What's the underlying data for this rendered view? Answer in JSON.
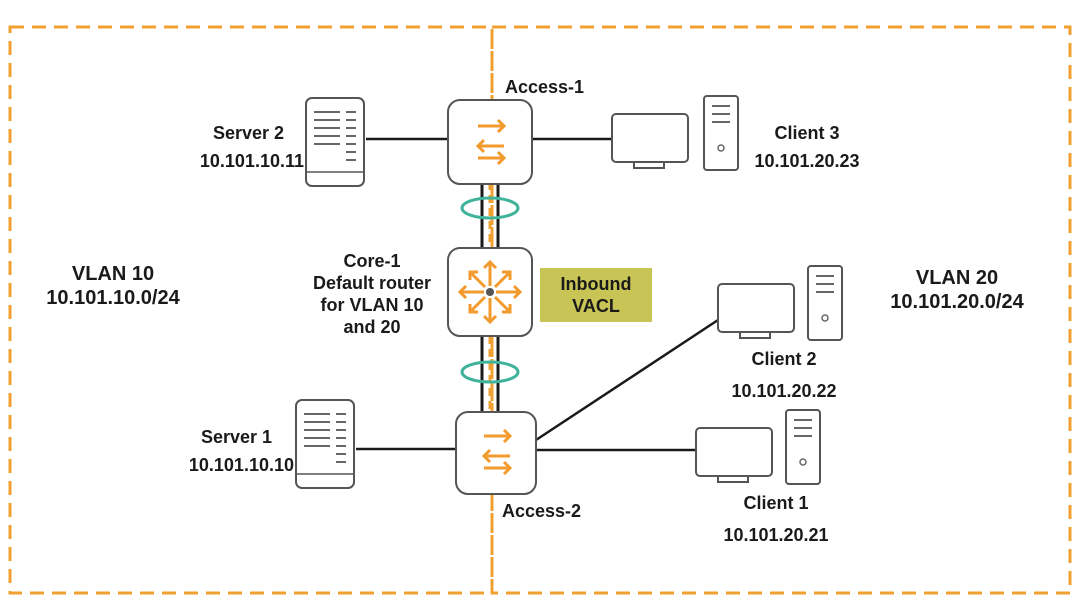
{
  "colors": {
    "vlan_border": "#f0a030",
    "switch_arrow": "#f39a2e",
    "lag_ring": "#3fb39a",
    "vacl_bg": "#c8c455",
    "line": "#1a1a1a"
  },
  "vlan10": {
    "name": "VLAN 10",
    "subnet": "10.101.10.0/24"
  },
  "vlan20": {
    "name": "VLAN 20",
    "subnet": "10.101.20.0/24"
  },
  "access1": {
    "label": "Access-1"
  },
  "access2": {
    "label": "Access-2"
  },
  "core1": {
    "name": "Core-1",
    "line1": "Default router",
    "line2": "for VLAN 10",
    "line3": "and 20"
  },
  "vacl": {
    "line1": "Inbound",
    "line2": "VACL"
  },
  "server2": {
    "name": "Server 2",
    "ip": "10.101.10.11"
  },
  "server1": {
    "name": "Server 1",
    "ip": "10.101.10.10"
  },
  "client3": {
    "name": "Client 3",
    "ip": "10.101.20.23"
  },
  "client2": {
    "name": "Client 2",
    "ip": "10.101.20.22"
  },
  "client1": {
    "name": "Client 1",
    "ip": "10.101.20.21"
  }
}
